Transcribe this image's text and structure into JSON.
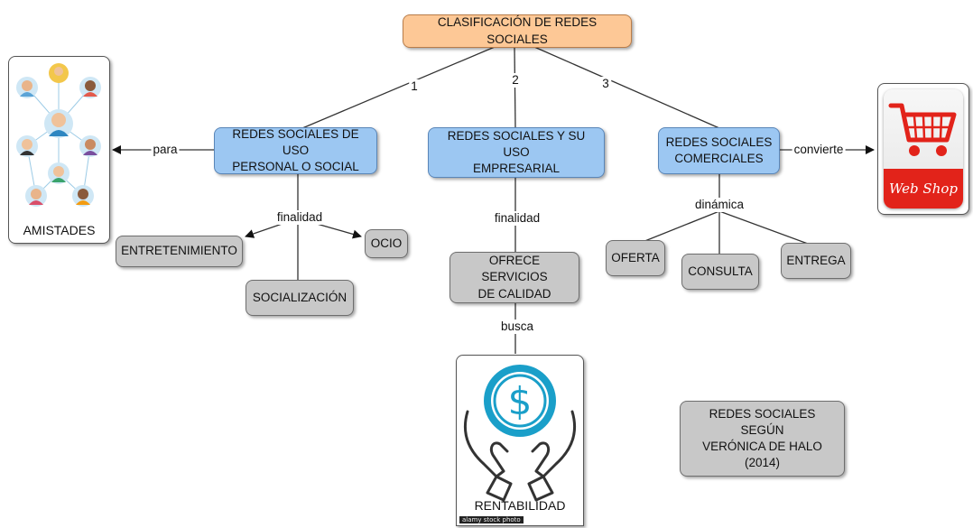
{
  "nodes": {
    "root": "CLASIFICACIÓN DE REDES SOCIALES",
    "personal": "REDES SOCIALES DE USO\nPERSONAL O SOCIAL",
    "empresarial": "REDES SOCIALES Y SU USO\nEMPRESARIAL",
    "comerciales": "REDES SOCIALES\nCOMERCIALES",
    "entretenimiento": "ENTRETENIMIENTO",
    "ocio": "OCIO",
    "socializacion": "SOCIALIZACIÓN",
    "servicios": "OFRECE SERVICIOS\nDE CALIDAD",
    "oferta": "OFERTA",
    "consulta": "CONSULTA",
    "entrega": "ENTREGA",
    "fuente": "REDES SOCIALES SEGÚN\nVERÓNICA DE HALO\n(2014)"
  },
  "images": {
    "amistades": "AMISTADES",
    "rentabilidad": "RENTABILIDAD",
    "webshop": "Web Shop",
    "photo_credit": "alamy stock photo"
  },
  "links": {
    "one": "1",
    "two": "2",
    "three": "3",
    "para": "para",
    "convierte": "convierte",
    "finalidad_personal": "finalidad",
    "finalidad_empresarial": "finalidad",
    "dinamica": "dinámica",
    "busca": "busca"
  },
  "colors": {
    "root": "#fdc896",
    "category": "#9cc7f2",
    "leaf": "#c8c8c8",
    "icon_teal": "#1a9fc9",
    "shop_red": "#e2231a"
  }
}
